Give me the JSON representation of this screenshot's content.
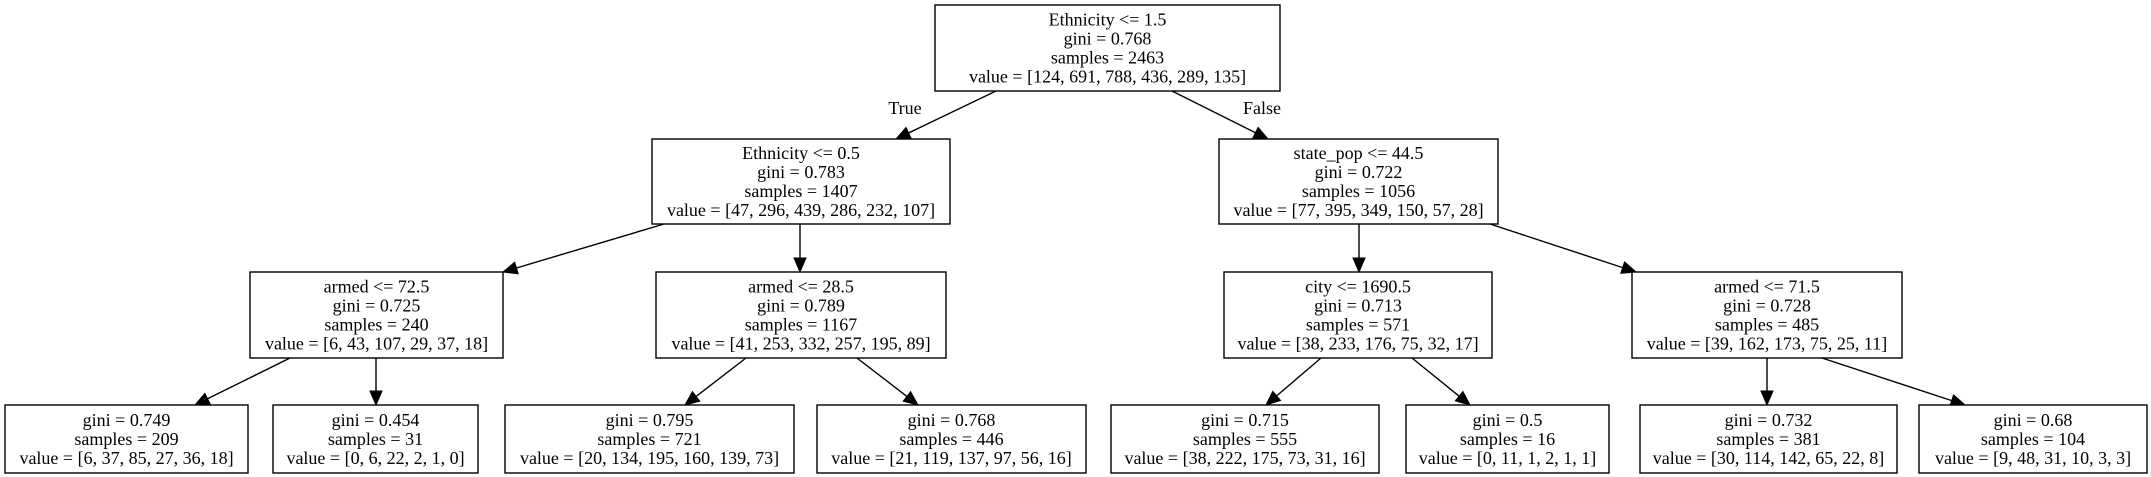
{
  "nodes": [
    {
      "id": "n0",
      "lines": [
        "Ethnicity <= 1.5",
        "gini = 0.768",
        "samples = 2463",
        "value = [124, 691, 788, 436, 289, 135]"
      ]
    },
    {
      "id": "n1",
      "lines": [
        "Ethnicity <= 0.5",
        "gini = 0.783",
        "samples = 1407",
        "value = [47, 296, 439, 286, 232, 107]"
      ]
    },
    {
      "id": "n2",
      "lines": [
        "state_pop <= 44.5",
        "gini = 0.722",
        "samples = 1056",
        "value = [77, 395, 349, 150, 57, 28]"
      ]
    },
    {
      "id": "n3",
      "lines": [
        "armed <= 72.5",
        "gini = 0.725",
        "samples = 240",
        "value = [6, 43, 107, 29, 37, 18]"
      ]
    },
    {
      "id": "n4",
      "lines": [
        "armed <= 28.5",
        "gini = 0.789",
        "samples = 1167",
        "value = [41, 253, 332, 257, 195, 89]"
      ]
    },
    {
      "id": "n5",
      "lines": [
        "city <= 1690.5",
        "gini = 0.713",
        "samples = 571",
        "value = [38, 233, 176, 75, 32, 17]"
      ]
    },
    {
      "id": "n6",
      "lines": [
        "armed <= 71.5",
        "gini = 0.728",
        "samples = 485",
        "value = [39, 162, 173, 75, 25, 11]"
      ]
    },
    {
      "id": "n7",
      "lines": [
        "gini = 0.749",
        "samples = 209",
        "value = [6, 37, 85, 27, 36, 18]"
      ]
    },
    {
      "id": "n8",
      "lines": [
        "gini = 0.454",
        "samples = 31",
        "value = [0, 6, 22, 2, 1, 0]"
      ]
    },
    {
      "id": "n9",
      "lines": [
        "gini = 0.795",
        "samples = 721",
        "value = [20, 134, 195, 160, 139, 73]"
      ]
    },
    {
      "id": "n10",
      "lines": [
        "gini = 0.768",
        "samples = 446",
        "value = [21, 119, 137, 97, 56, 16]"
      ]
    },
    {
      "id": "n11",
      "lines": [
        "gini = 0.715",
        "samples = 555",
        "value = [38, 222, 175, 73, 31, 16]"
      ]
    },
    {
      "id": "n12",
      "lines": [
        "gini = 0.5",
        "samples = 16",
        "value = [0, 11, 1, 2, 1, 1]"
      ]
    },
    {
      "id": "n13",
      "lines": [
        "gini = 0.732",
        "samples = 381",
        "value = [30, 114, 142, 65, 22, 8]"
      ]
    },
    {
      "id": "n14",
      "lines": [
        "gini = 0.68",
        "samples = 104",
        "value = [9, 48, 31, 10, 3, 3]"
      ]
    }
  ],
  "edges": [
    {
      "from": "n0",
      "to": "n1",
      "label": "True"
    },
    {
      "from": "n0",
      "to": "n2",
      "label": "False"
    },
    {
      "from": "n1",
      "to": "n3",
      "label": ""
    },
    {
      "from": "n1",
      "to": "n4",
      "label": ""
    },
    {
      "from": "n2",
      "to": "n5",
      "label": ""
    },
    {
      "from": "n2",
      "to": "n6",
      "label": ""
    },
    {
      "from": "n3",
      "to": "n7",
      "label": ""
    },
    {
      "from": "n3",
      "to": "n8",
      "label": ""
    },
    {
      "from": "n4",
      "to": "n9",
      "label": ""
    },
    {
      "from": "n4",
      "to": "n10",
      "label": ""
    },
    {
      "from": "n5",
      "to": "n11",
      "label": ""
    },
    {
      "from": "n5",
      "to": "n12",
      "label": ""
    },
    {
      "from": "n6",
      "to": "n13",
      "label": ""
    },
    {
      "from": "n6",
      "to": "n14",
      "label": ""
    }
  ]
}
